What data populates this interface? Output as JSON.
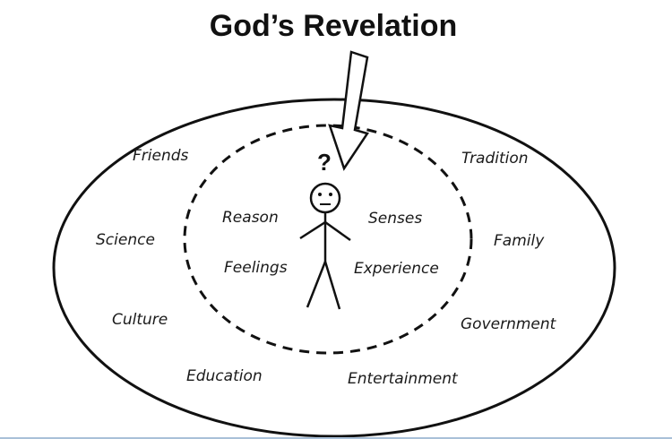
{
  "title": "God’s Revelation",
  "question_mark": "?",
  "outer_labels": {
    "friends": "Friends",
    "tradition": "Tradition",
    "science": "Science",
    "family": "Family",
    "culture": "Culture",
    "government": "Government",
    "education": "Education",
    "entertainment": "Entertainment"
  },
  "inner_labels": {
    "reason": "Reason",
    "senses": "Senses",
    "feelings": "Feelings",
    "experience": "Experience"
  }
}
